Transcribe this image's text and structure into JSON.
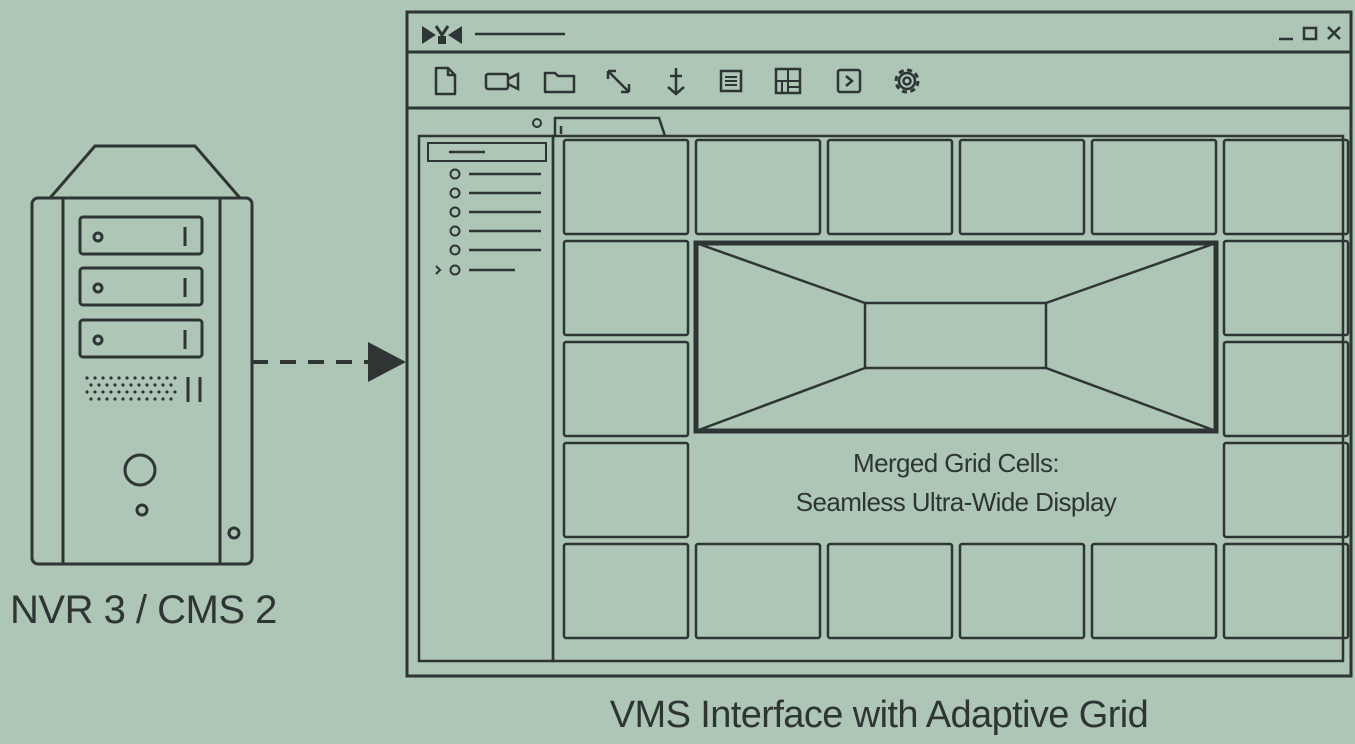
{
  "server": {
    "caption": "NVR 3 / CMS 2",
    "drive_count": 3
  },
  "vms_window": {
    "title_bar": {
      "logo": "vms-logo-icon",
      "controls": [
        "minimize-icon",
        "maximize-icon",
        "close-icon"
      ]
    },
    "toolbar": {
      "icons": [
        "file-icon",
        "camera-icon",
        "folder-icon",
        "ptz-arrows-icon",
        "anchor-icon",
        "layers-icon",
        "grid-layout-icon",
        "export-icon",
        "gear-icon"
      ]
    },
    "sidebar": {
      "tree_item_count": 6,
      "expand_icon": "chevron-right-icon"
    },
    "grid": {
      "columns": 6,
      "rows": 5,
      "merged_caption_line1": "Merged Grid Cells:",
      "merged_caption_line2": "Seamless Ultra-Wide Display"
    }
  },
  "figure_caption": "VMS Interface with Adaptive Grid",
  "colors": {
    "background": "#aec6b6",
    "line": "#2f3535"
  }
}
